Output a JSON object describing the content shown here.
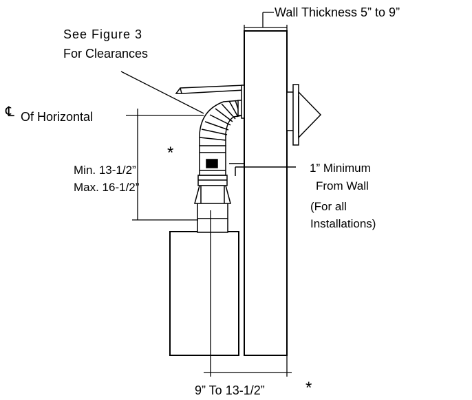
{
  "labels": {
    "wall_thickness": "Wall Thickness  5” to 9”",
    "see_figure_line1": "See  Figure  3",
    "see_figure_line2": "For Clearances",
    "centerline_symbol": "℄",
    "of_horizontal": "Of Horizontal",
    "min_dim": "Min. 13-1/2”",
    "max_dim": "Max. 16-1/2”",
    "min_max_asterisk": "*",
    "one_inch_line1": "1”  Minimum",
    "one_inch_line2": "From Wall",
    "for_all_line1": "(For all",
    "for_all_line2": "Installations)",
    "bottom_dim": "9” To 13-1/2”",
    "bottom_asterisk": "*"
  }
}
